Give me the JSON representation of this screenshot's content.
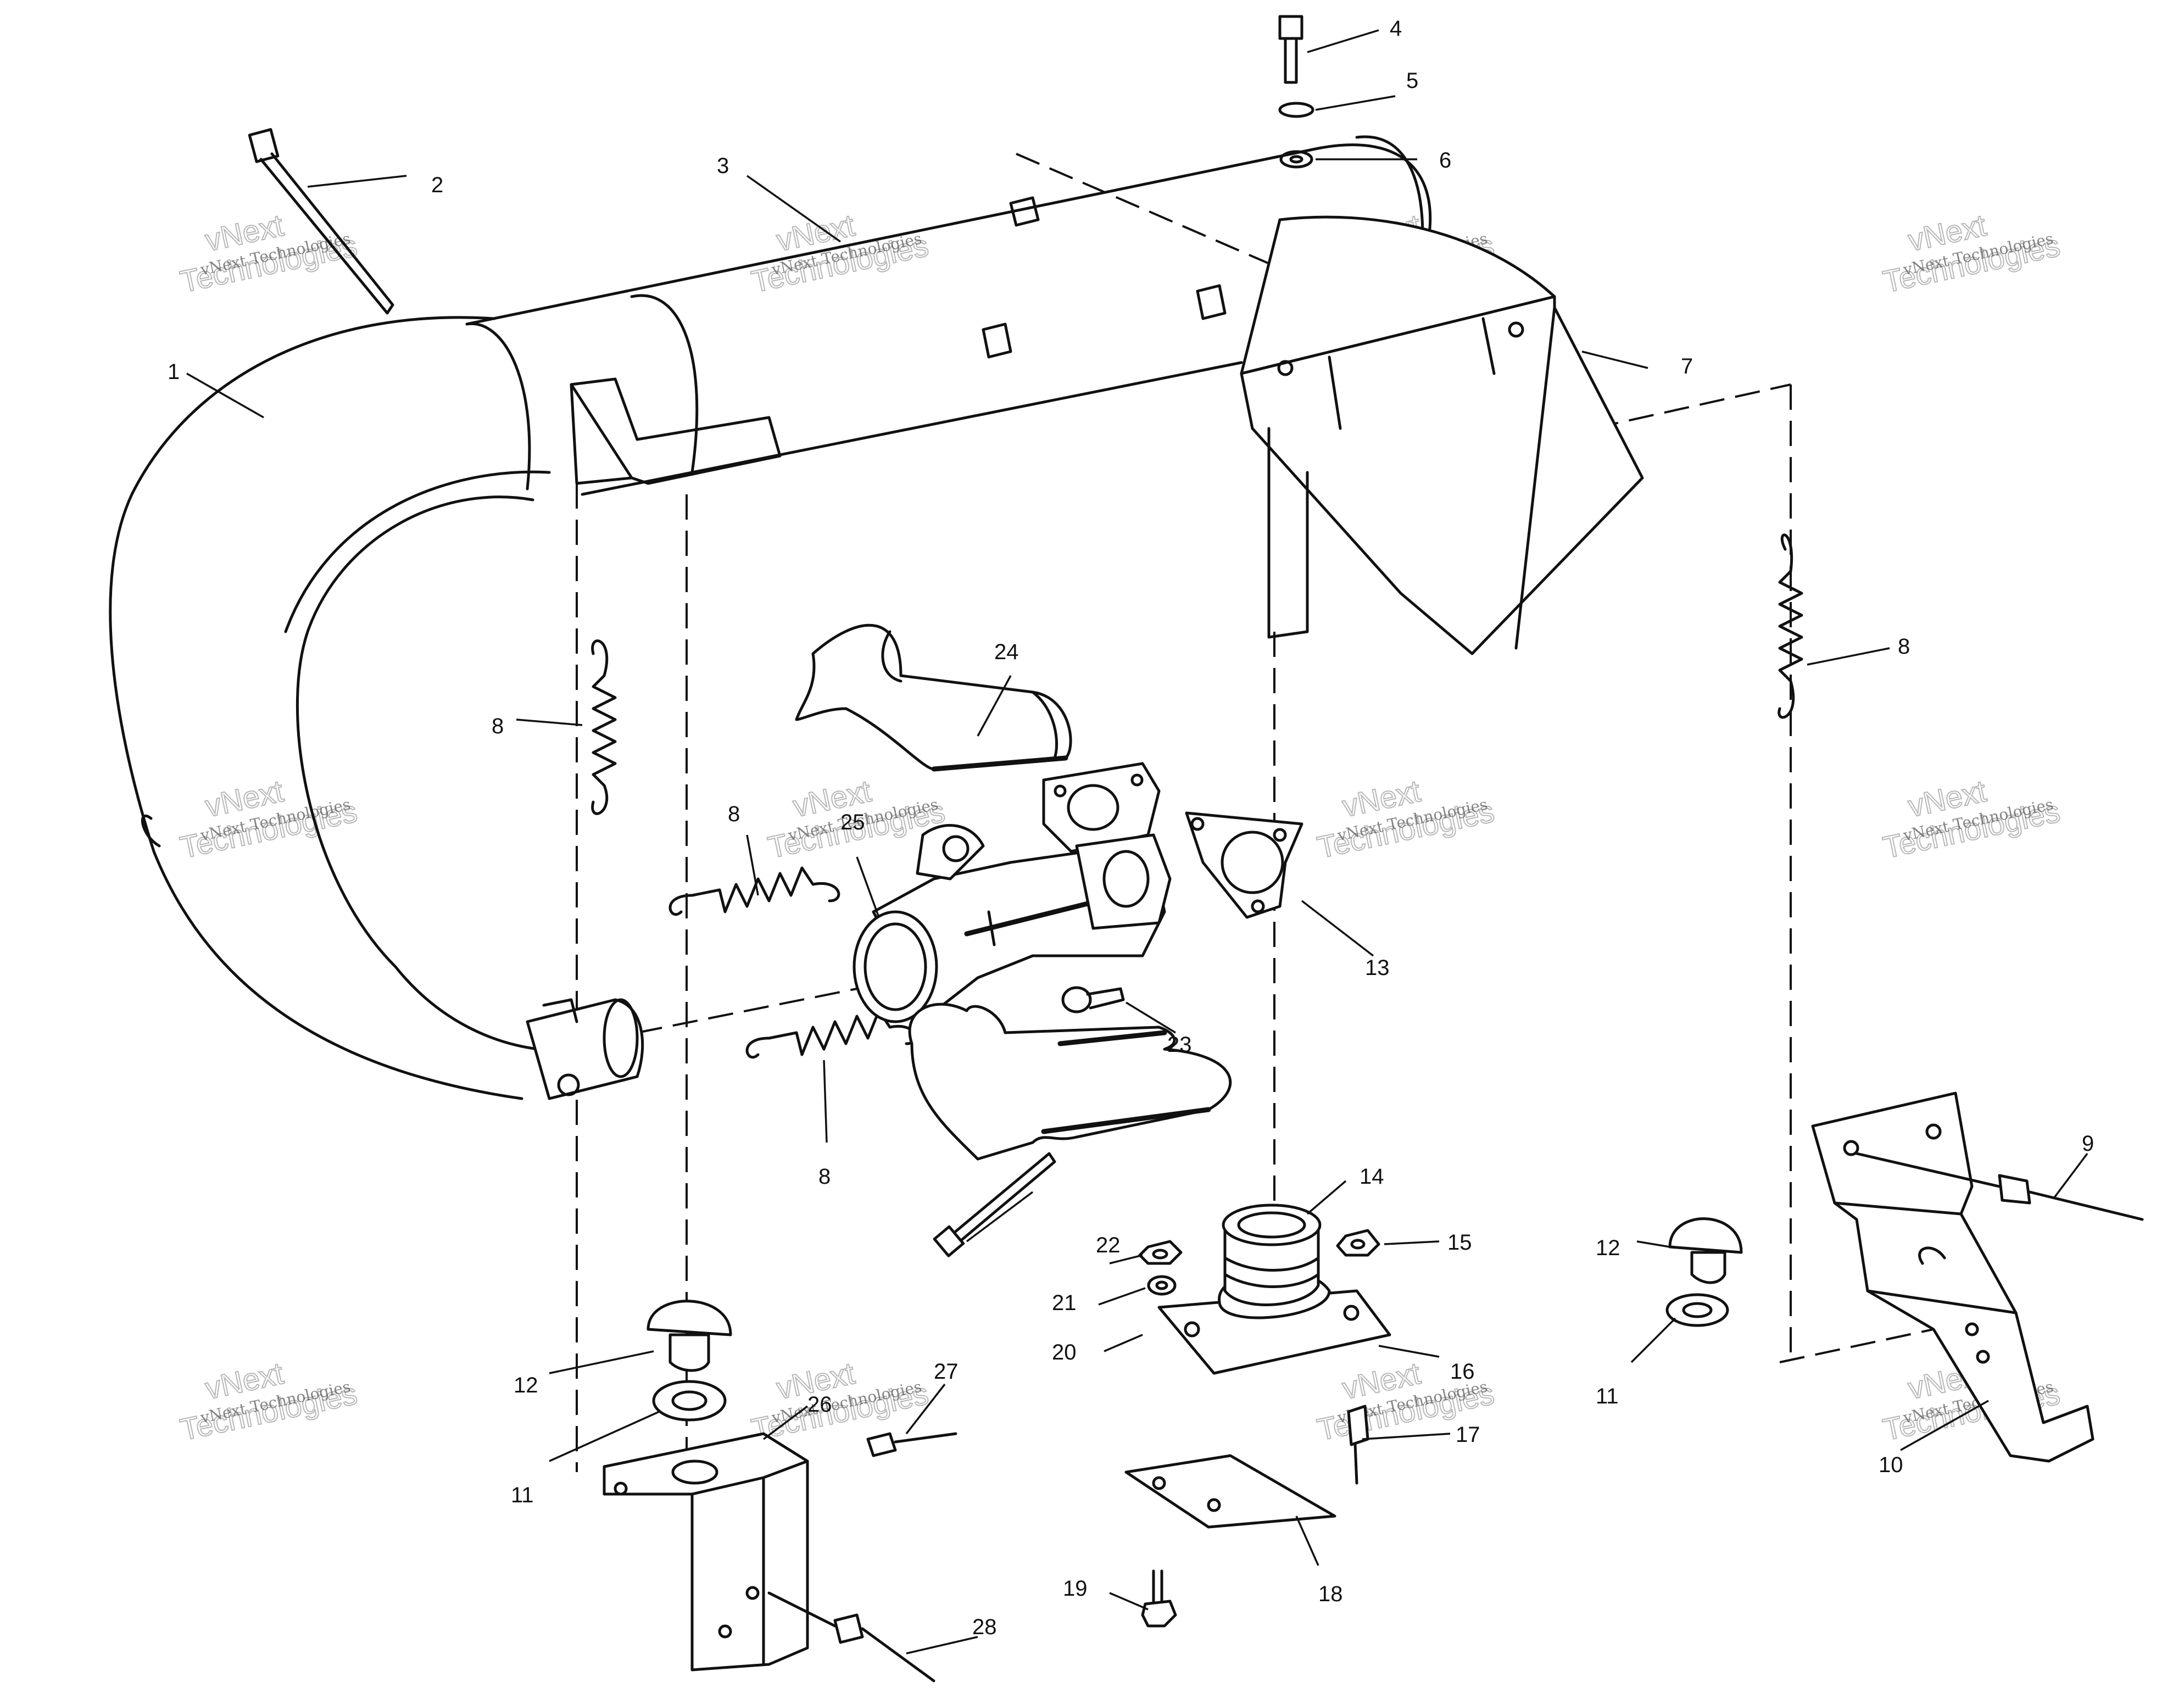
{
  "diagram": {
    "watermark": {
      "line1": "vNext",
      "line2": "Technologies",
      "small": "vNext Technologies"
    },
    "callouts": [
      {
        "id": "c1",
        "label": "1"
      },
      {
        "id": "c2",
        "label": "2"
      },
      {
        "id": "c3",
        "label": "3"
      },
      {
        "id": "c4",
        "label": "4"
      },
      {
        "id": "c5",
        "label": "5"
      },
      {
        "id": "c6",
        "label": "6"
      },
      {
        "id": "c7",
        "label": "7"
      },
      {
        "id": "c8a",
        "label": "8"
      },
      {
        "id": "c8b",
        "label": "8"
      },
      {
        "id": "c8c",
        "label": "8"
      },
      {
        "id": "c8d",
        "label": "8"
      },
      {
        "id": "c9",
        "label": "9"
      },
      {
        "id": "c10",
        "label": "10"
      },
      {
        "id": "c11a",
        "label": "11"
      },
      {
        "id": "c11b",
        "label": "11"
      },
      {
        "id": "c12a",
        "label": "12"
      },
      {
        "id": "c12b",
        "label": "12"
      },
      {
        "id": "c13",
        "label": "13"
      },
      {
        "id": "c14",
        "label": "14"
      },
      {
        "id": "c15",
        "label": "15"
      },
      {
        "id": "c16",
        "label": "16"
      },
      {
        "id": "c17",
        "label": "17"
      },
      {
        "id": "c18",
        "label": "18"
      },
      {
        "id": "c19",
        "label": "19"
      },
      {
        "id": "c20",
        "label": "20"
      },
      {
        "id": "c21",
        "label": "21"
      },
      {
        "id": "c22",
        "label": "22"
      },
      {
        "id": "c23",
        "label": "23"
      },
      {
        "id": "c24",
        "label": "24"
      },
      {
        "id": "c25",
        "label": "25"
      },
      {
        "id": "c26",
        "label": "26"
      },
      {
        "id": "c27",
        "label": "27"
      },
      {
        "id": "c28",
        "label": "28"
      }
    ]
  }
}
